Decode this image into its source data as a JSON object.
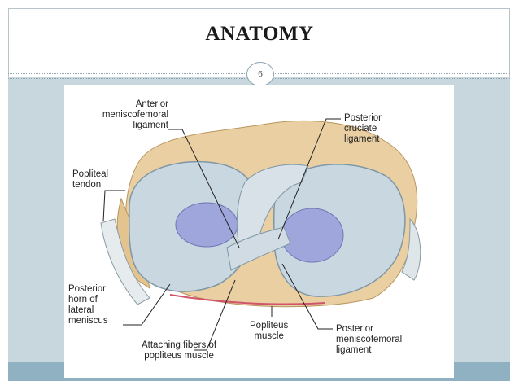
{
  "slide": {
    "title": "ANATOMY",
    "page_number": "6"
  },
  "figure": {
    "labels": {
      "anterior_meniscofemoral": "Anterior\nmeniscofemoral\nligament",
      "posterior_cruciate": "Posterior\ncruciate\nligament",
      "popliteal_tendon": "Popliteal\ntendon",
      "posterior_horn": "Posterior\nhorn of\nlateral\nmeniscus",
      "attaching_fibers": "Attaching fibers of\npopliteus muscle",
      "popliteus_muscle": "Popliteus\nmuscle",
      "posterior_meniscofemoral": "Posterior\nmeniscofemoral\nligament"
    }
  },
  "colors": {
    "band": "#c8d7de",
    "band_bottom": "#8fb1c1",
    "meniscus": "#c9d7e0",
    "cartilage": "#9fa6dc",
    "tissue": "#e9cfa2"
  }
}
